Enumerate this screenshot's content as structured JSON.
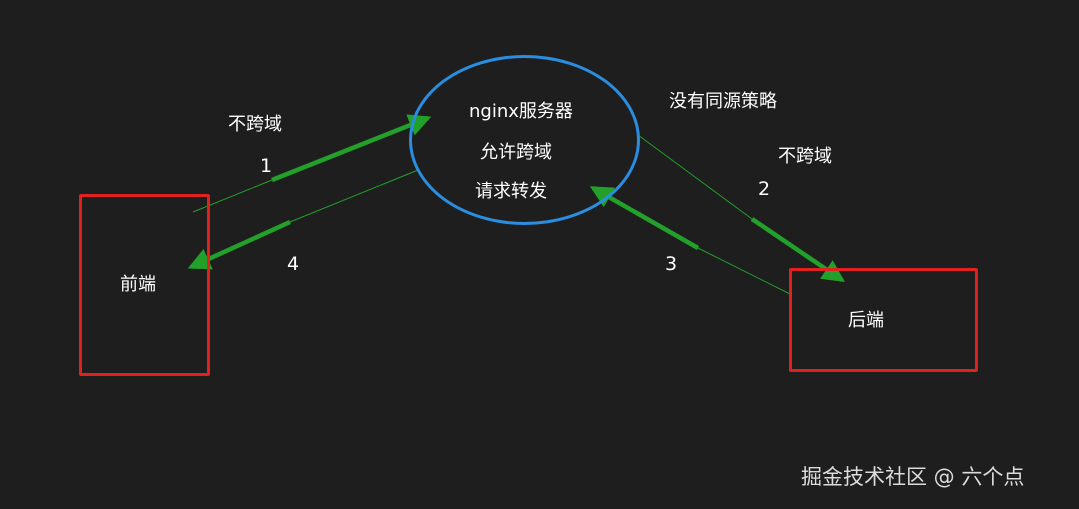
{
  "nodes": {
    "frontend": {
      "label": "前端"
    },
    "backend": {
      "label": "后端"
    },
    "server": {
      "line1": "nginx服务器",
      "line2": "允许跨域",
      "line3": "请求转发"
    }
  },
  "annotations": {
    "no_same_origin_policy": "没有同源策略",
    "no_cross_origin_left": "不跨域",
    "no_cross_origin_right": "不跨域"
  },
  "steps": {
    "s1": "1",
    "s2": "2",
    "s3": "3",
    "s4": "4"
  },
  "watermark": "掘金技术社区 @ 六个点",
  "colors": {
    "background": "#1e1e1e",
    "box_border": "#e0211d",
    "ellipse_border": "#2b8de0",
    "arrow": "#22a02a"
  }
}
